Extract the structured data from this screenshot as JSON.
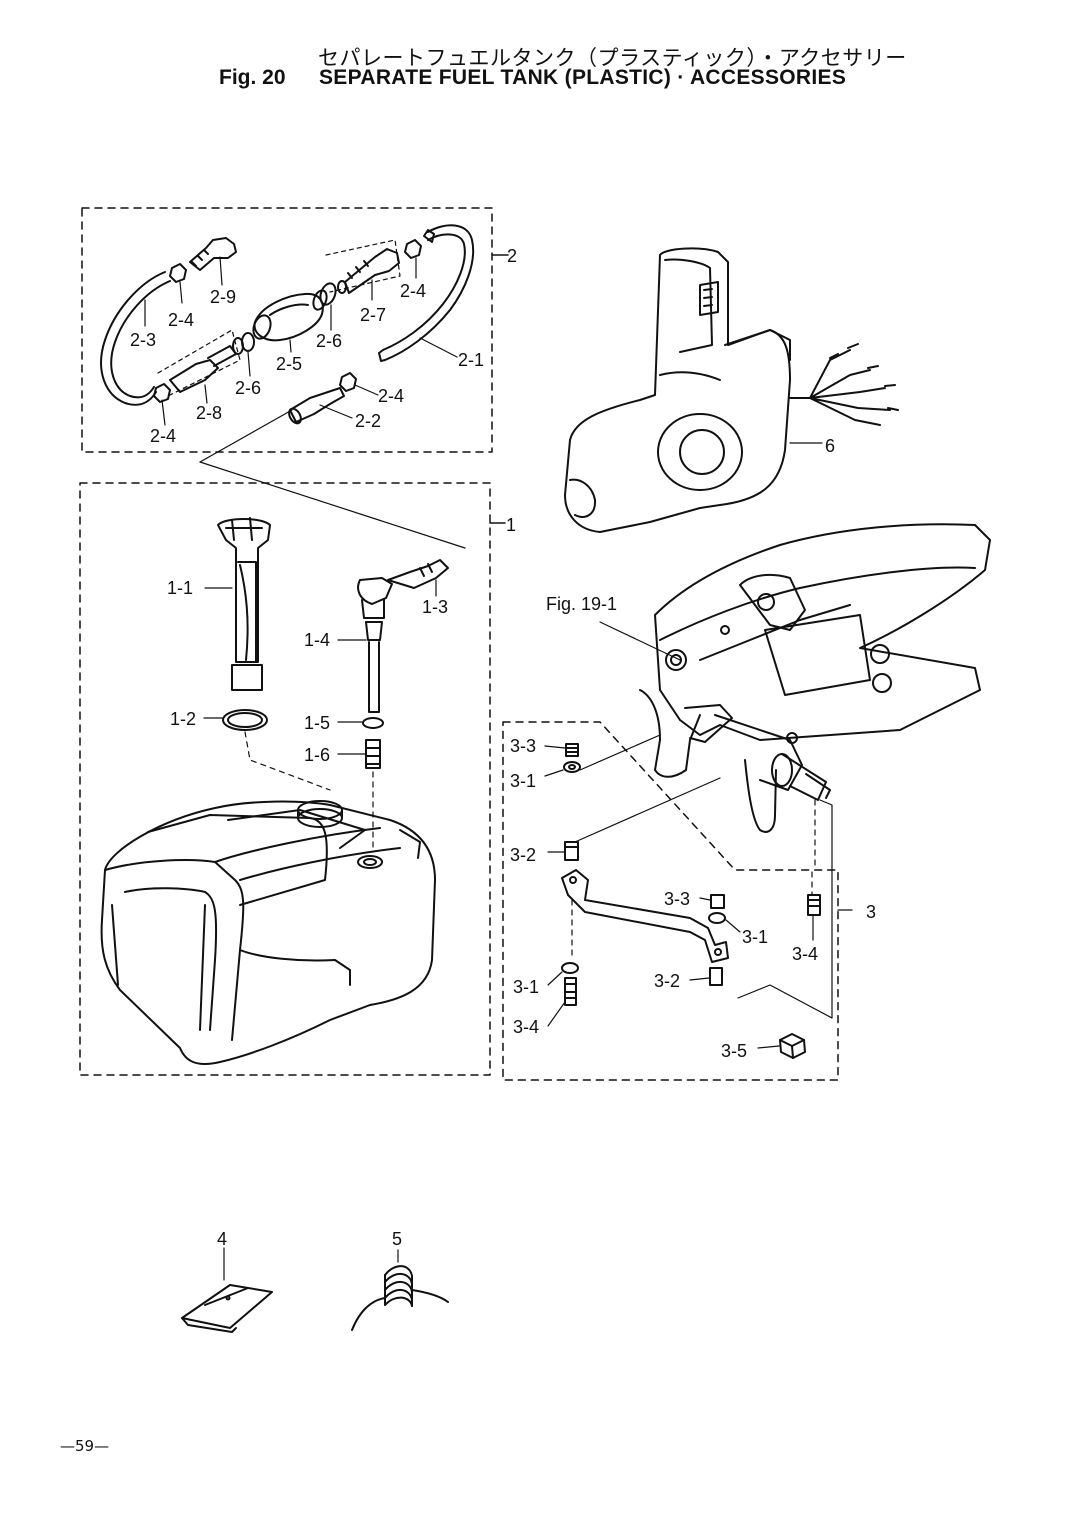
{
  "header": {
    "title_jp": "セパレートフュエルタンク（プラスティック）・アクセサリー",
    "fig_number": "Fig. 20",
    "title_en": "SEPARATE FUEL TANK (PLASTIC) · ACCESSORIES"
  },
  "group_labels": {
    "g1": "1",
    "g2": "2",
    "g3": "3",
    "g4": "4",
    "g5": "5",
    "g6": "6"
  },
  "part_labels": {
    "p2_1": "2-1",
    "p2_2": "2-2",
    "p2_3": "2-3",
    "p2_4a": "2-4",
    "p2_4b": "2-4",
    "p2_4c": "2-4",
    "p2_4d": "2-4",
    "p2_5": "2-5",
    "p2_6a": "2-6",
    "p2_6b": "2-6",
    "p2_7": "2-7",
    "p2_8": "2-8",
    "p2_9": "2-9",
    "p1_1": "1-1",
    "p1_2": "1-2",
    "p1_3": "1-3",
    "p1_4": "1-4",
    "p1_5": "1-5",
    "p1_6": "1-6",
    "p3_1a": "3-1",
    "p3_1b": "3-1",
    "p3_1c": "3-1",
    "p3_2a": "3-2",
    "p3_2b": "3-2",
    "p3_3a": "3-3",
    "p3_3b": "3-3",
    "p3_4a": "3-4",
    "p3_4b": "3-4",
    "p3_5": "3-5"
  },
  "reference": "Fig. 19-1",
  "footer": {
    "page": "—59—"
  }
}
